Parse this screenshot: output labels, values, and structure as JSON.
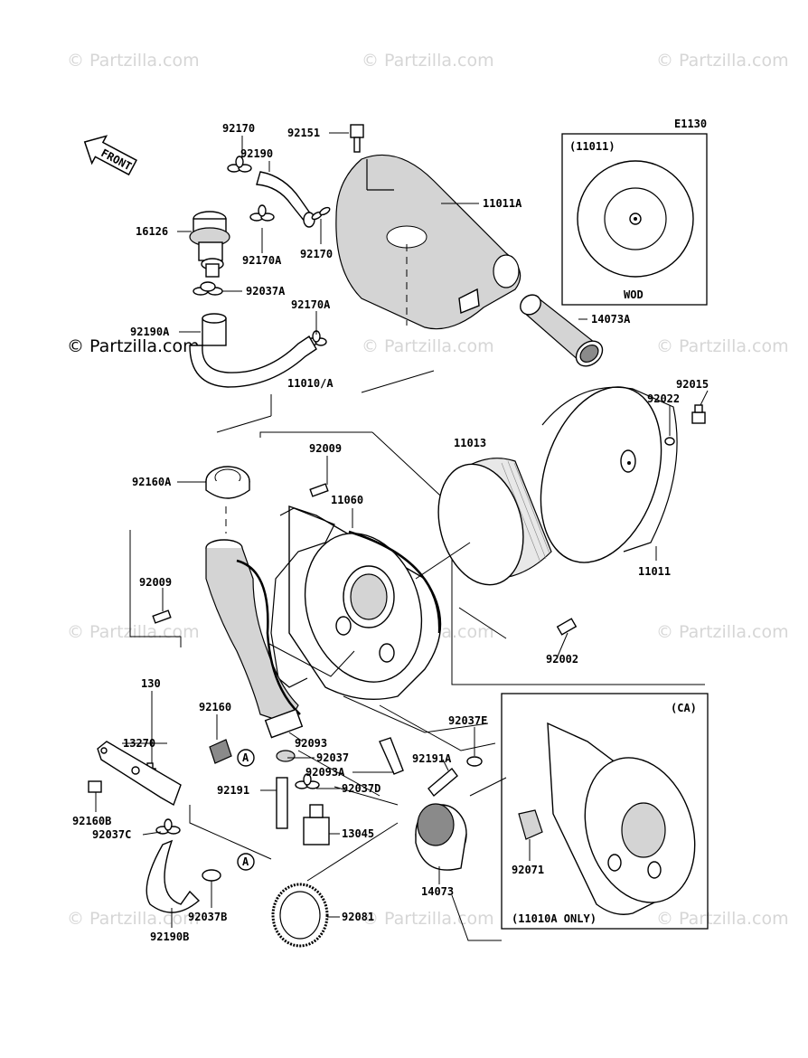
{
  "diagram_code": "E1130",
  "front_label": "FRONT",
  "watermark": "© Partzilla.com",
  "callout_letter": "A",
  "boxes": {
    "wod_title": "(11011)",
    "wod_caption": "WOD",
    "ca_title": "(CA)",
    "ca_caption": "(11010A ONLY)"
  },
  "part_labels": {
    "p92170_top": "92170",
    "p92151": "92151",
    "p92190": "92190",
    "p11011A": "11011A",
    "p16126": "16126",
    "p92170A_a": "92170A",
    "p92170_b": "92170",
    "p92037A": "92037A",
    "p92170A_b": "92170A",
    "p14073A": "14073A",
    "p92190A": "92190A",
    "p11010A": "11010/A",
    "p92015": "92015",
    "p92022": "92022",
    "p92009_a": "92009",
    "p11013": "11013",
    "p11060": "11060",
    "p92160A": "92160A",
    "p11011": "11011",
    "p92009_b": "92009",
    "p92002": "92002",
    "p130": "130",
    "p92160": "92160",
    "p92037E": "92037E",
    "p13270": "13270",
    "p92093": "92093",
    "p92037": "92037",
    "p92191A": "92191A",
    "p92093A": "92093A",
    "p92191": "92191",
    "p92037D": "92037D",
    "p92160B": "92160B",
    "p13045": "13045",
    "p92037C": "92037C",
    "p14073": "14073",
    "p92071": "92071",
    "p92037B": "92037B",
    "p92081": "92081",
    "p92190B": "92190B"
  }
}
